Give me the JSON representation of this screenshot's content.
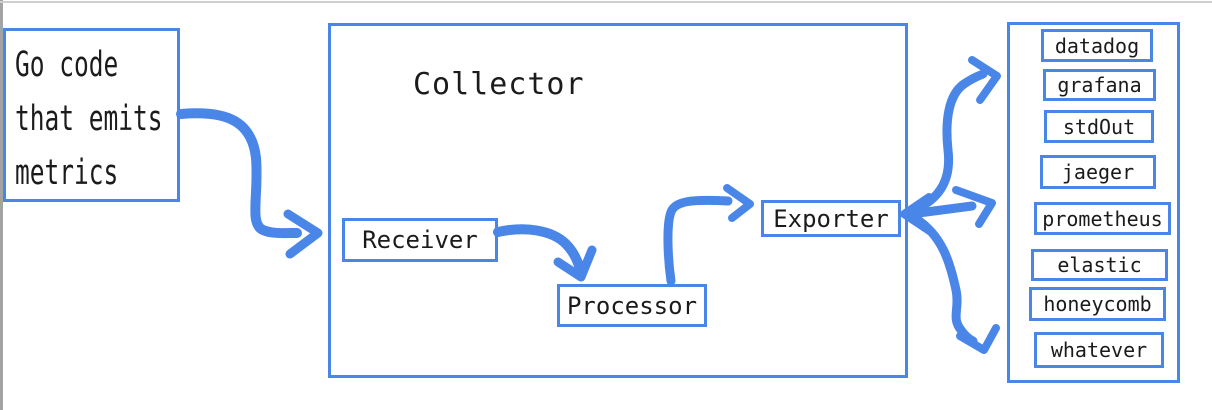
{
  "diagram": {
    "source": {
      "text": "Go code\nthat emits\nmetrics"
    },
    "collector": {
      "title": "Collector",
      "stages": [
        "Receiver",
        "Processor",
        "Exporter"
      ]
    },
    "sinks": [
      "datadog",
      "grafana",
      "stdOut",
      "jaeger",
      "prometheus",
      "elastic",
      "honeycomb",
      "whatever"
    ]
  },
  "colors": {
    "accent_blue": "#4a86e8",
    "text": "#1b1b1b",
    "background": "#ffffff",
    "chrome_left_gray": "#a3a3a3",
    "chrome_top_gray": "#cfcfcf"
  }
}
